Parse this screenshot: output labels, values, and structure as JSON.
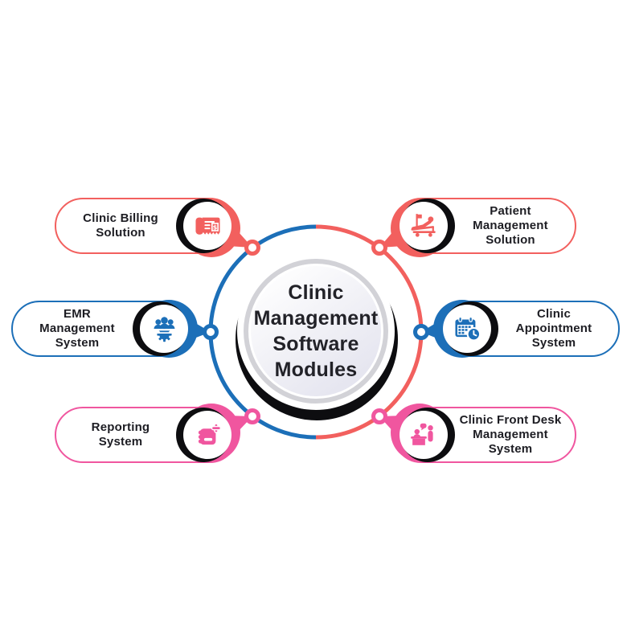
{
  "title": "Clinic Management Software Modules",
  "center": {
    "lines": [
      "Clinic",
      "Management",
      "Software",
      "Modules"
    ]
  },
  "colors": {
    "red": "#F2605E",
    "blue": "#1C6FB8",
    "pink": "#F0569F",
    "ink": "#0D0D10",
    "gray-ring": "#D2D2D7",
    "text": "#1D1D23",
    "grad-end": "#E2E2EE"
  },
  "modules": [
    {
      "id": "clinic-billing-solution",
      "color": "red",
      "icon": "invoice-icon",
      "lines": [
        "Clinic Billing",
        "Solution"
      ]
    },
    {
      "id": "patient-management-solution",
      "color": "red",
      "icon": "patient-bed-icon",
      "lines": [
        "Patient",
        "Management",
        "Solution"
      ]
    },
    {
      "id": "emr-management-system",
      "color": "blue",
      "icon": "emr-team-gear-icon",
      "lines": [
        "EMR",
        "Management",
        "System"
      ]
    },
    {
      "id": "clinic-appointment-system",
      "color": "blue",
      "icon": "calendar-clock-icon",
      "lines": [
        "Clinic",
        "Appointment",
        "System"
      ]
    },
    {
      "id": "reporting-system",
      "color": "pink",
      "icon": "report-icon",
      "lines": [
        "Reporting",
        "System"
      ]
    },
    {
      "id": "clinic-front-desk-management-system",
      "color": "pink",
      "icon": "front-desk-icon",
      "lines": [
        "Clinic Front Desk",
        "Management",
        "System"
      ]
    }
  ]
}
